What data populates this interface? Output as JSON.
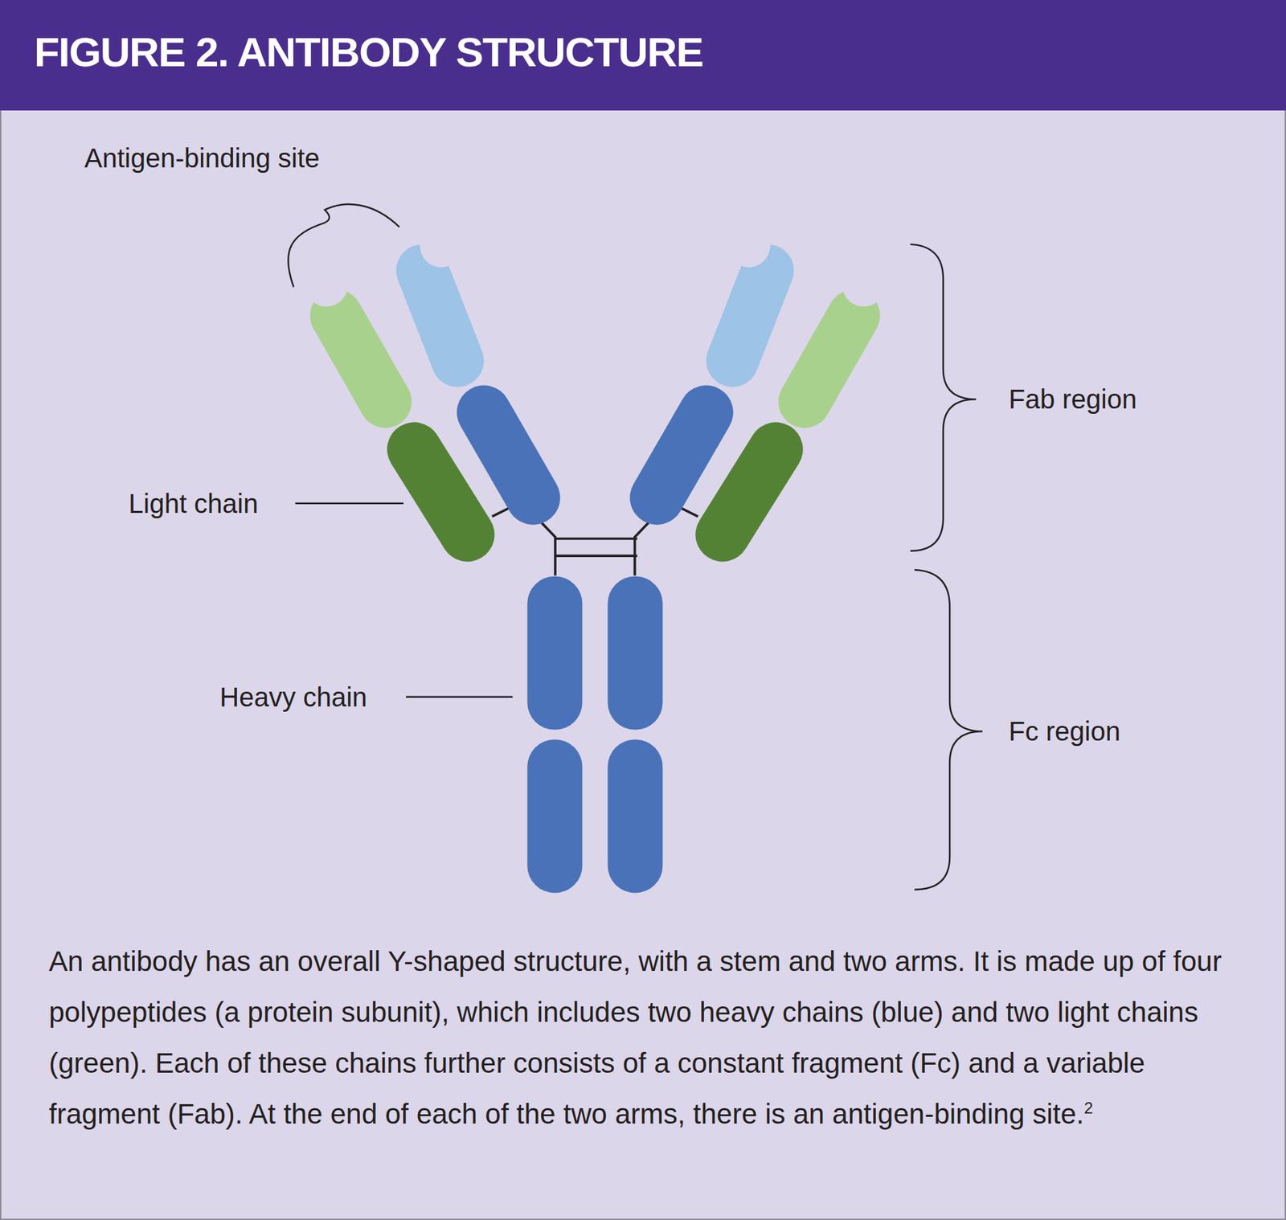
{
  "diagram": {
    "title": "FIGURE 2. ANTIBODY STRUCTURE",
    "caption": "An antibody has an overall Y-shaped structure, with a stem and two arms. It is made up of four polypeptides (a protein subunit), which includes two heavy chains (blue) and two light chains (green). Each of these chains further consists of a constant fragment (Fc) and a variable fragment (Fab). At the end of each of the two arms, there is an antigen-binding site.",
    "labels": [
      "Antigen-binding site",
      "Light chain",
      "Heavy chain",
      "Fab region",
      "Fc region",
      "2"
    ]
  }
}
